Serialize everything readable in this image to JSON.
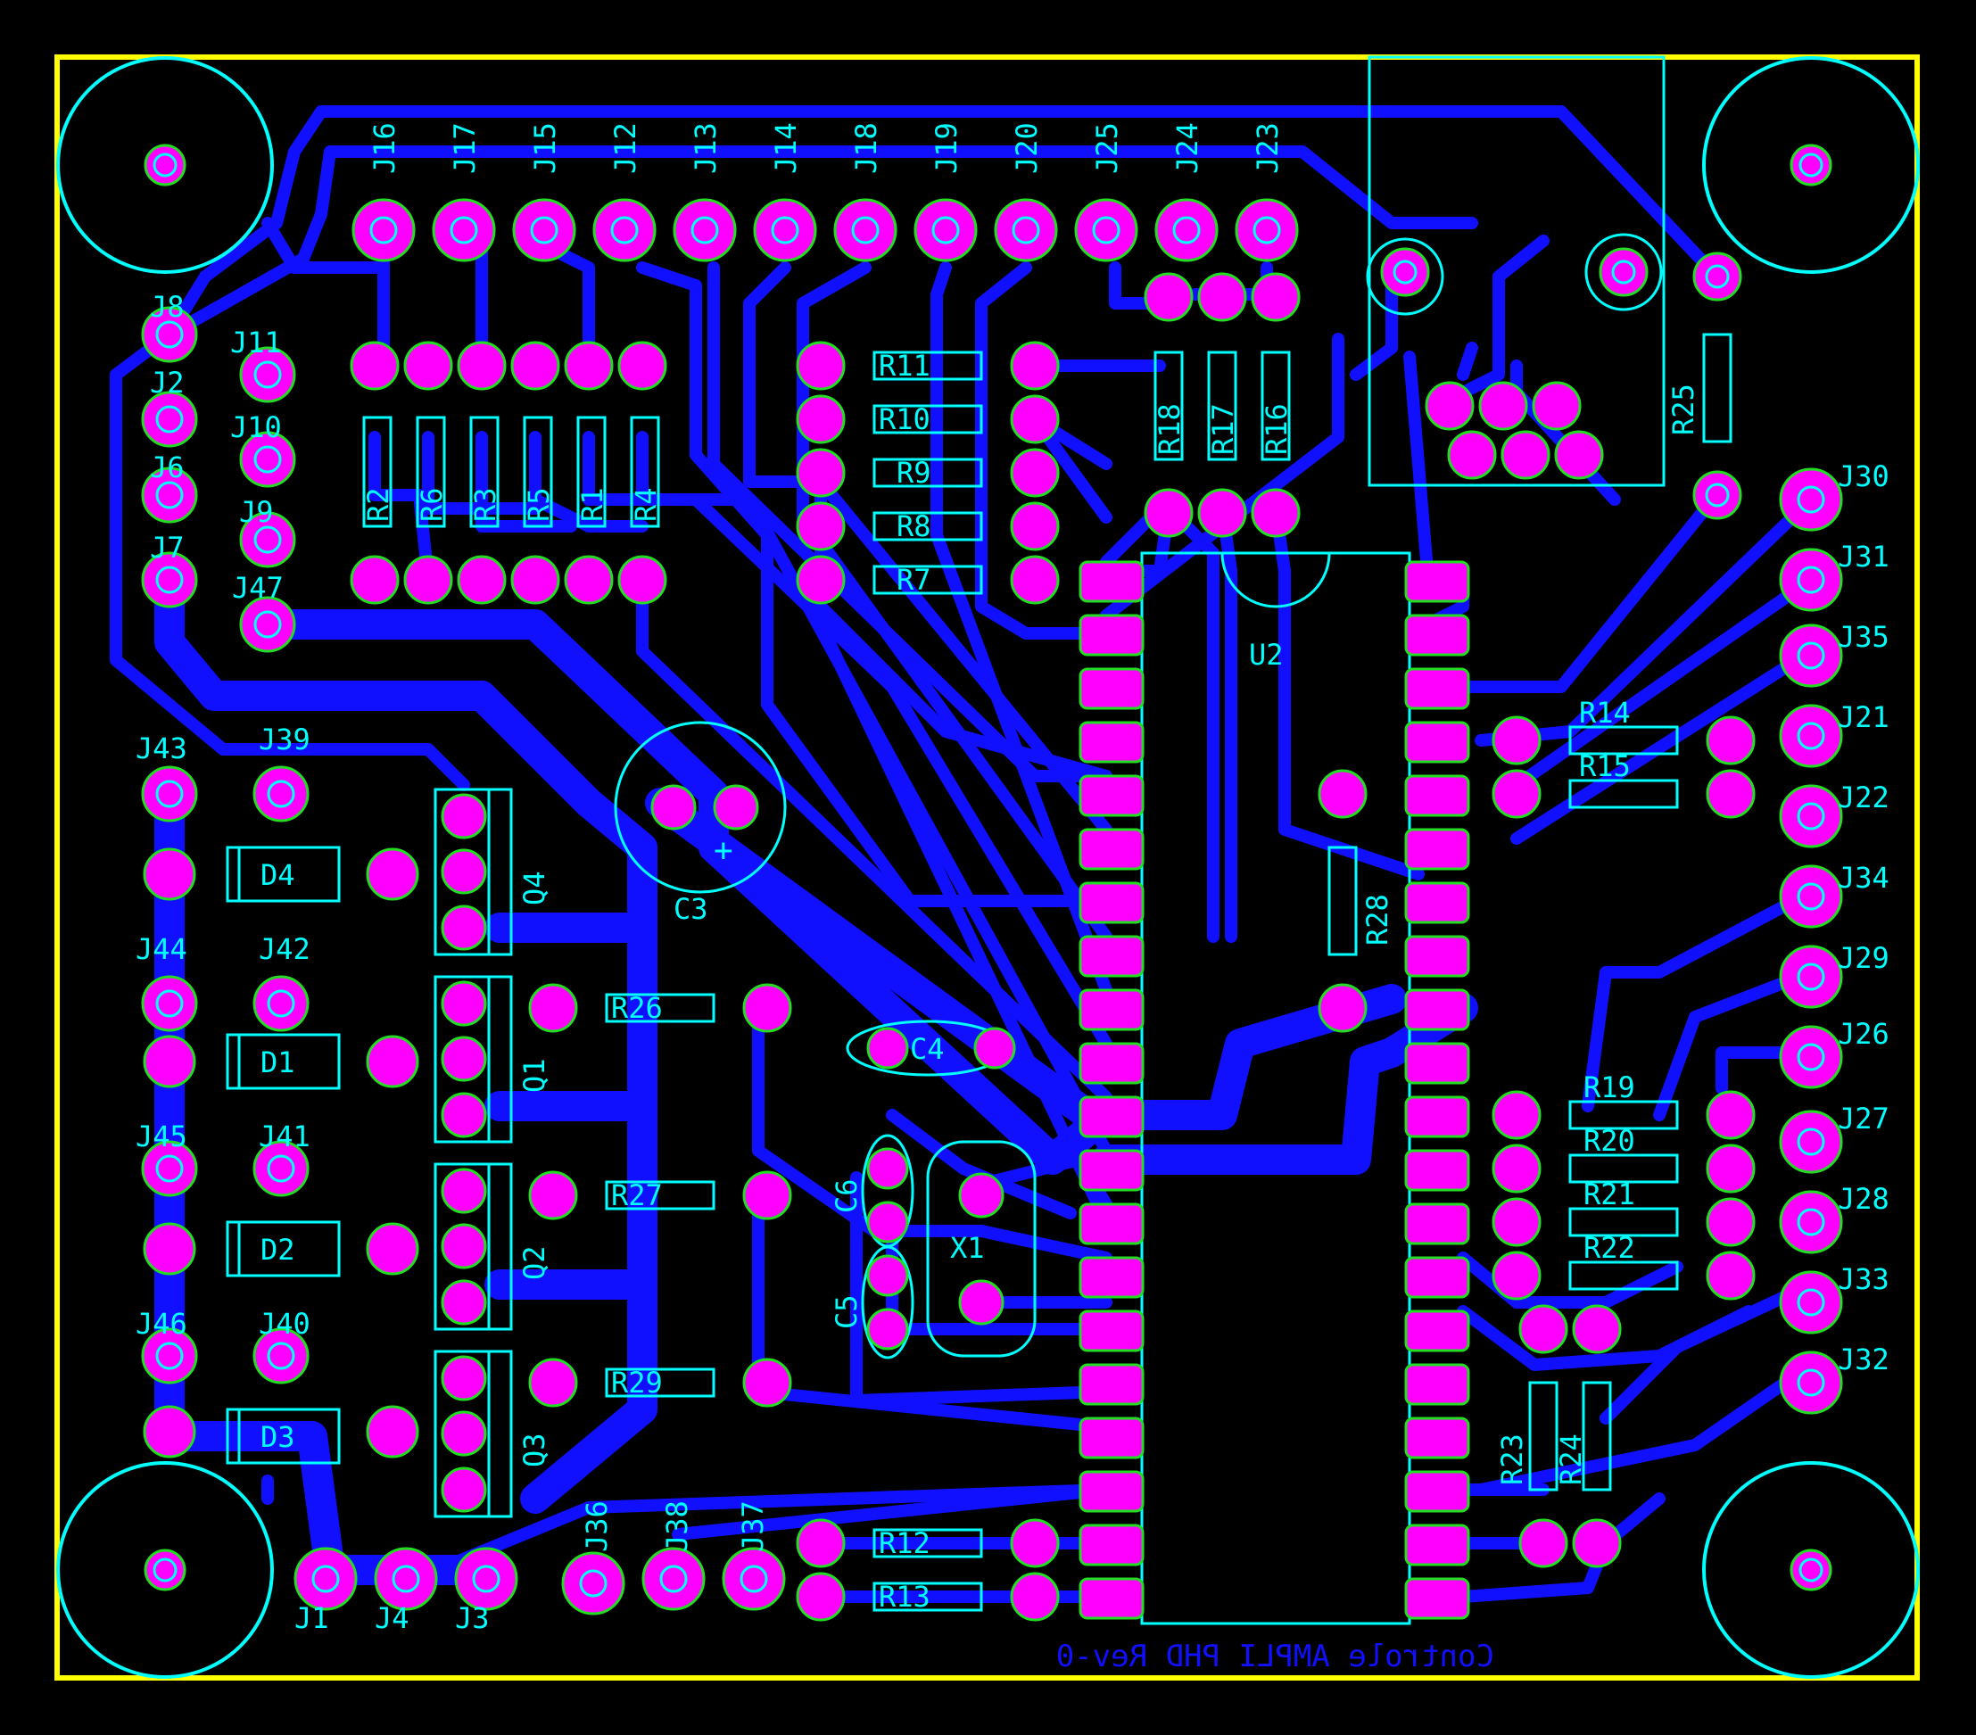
{
  "colors": {
    "background": "#000000",
    "outline": "#ffff00",
    "silk": "#00ffff",
    "copper": "#1010ff",
    "pad": "#ff00ff",
    "pad_ring": "#22dd22"
  },
  "board_title": "Controle AMPLI PHD Rev-0",
  "chip": "U2",
  "connectors_top": [
    "J16",
    "J17",
    "J15",
    "J12",
    "J13",
    "J14",
    "J18",
    "J19",
    "J20",
    "J25",
    "J24",
    "J23"
  ],
  "connectors_left": [
    "J8",
    "J2",
    "J6",
    "J7",
    "J11",
    "J10",
    "J9",
    "J47"
  ],
  "connectors_left_lower": [
    "J43",
    "J39",
    "J44",
    "J42",
    "J45",
    "J41",
    "J46",
    "J40"
  ],
  "connectors_bottom": [
    "J1",
    "J4",
    "J3",
    "J36",
    "J38",
    "J37"
  ],
  "connectors_right": [
    "J30",
    "J31",
    "J35",
    "J21",
    "J22",
    "J34",
    "J29",
    "J26",
    "J27",
    "J28",
    "J33",
    "J32"
  ],
  "resistors_vertical_top": [
    "R2",
    "R6",
    "R3",
    "R5",
    "R1",
    "R4"
  ],
  "resistors_ladder": [
    "R11",
    "R10",
    "R9",
    "R8",
    "R7"
  ],
  "resistors_vertical_mid": [
    "R18",
    "R17",
    "R16"
  ],
  "resistor_r25": "R25",
  "resistor_r28": "R28",
  "resistors_right_upper": [
    "R14",
    "R15"
  ],
  "resistors_right_lower": [
    "R19",
    "R20",
    "R21",
    "R22"
  ],
  "resistors_right_vertical": [
    "R23",
    "R24"
  ],
  "resistors_transistor": [
    "R26",
    "R27",
    "R29"
  ],
  "resistors_bottom": [
    "R12",
    "R13"
  ],
  "diodes": [
    "D4",
    "D1",
    "D2",
    "D3"
  ],
  "transistors": [
    "Q4",
    "Q1",
    "Q2",
    "Q3"
  ],
  "capacitors": {
    "c3": "C3",
    "c4": "C4",
    "c6": "C6",
    "c5": "C5",
    "plus": "+"
  },
  "crystal": "X1"
}
